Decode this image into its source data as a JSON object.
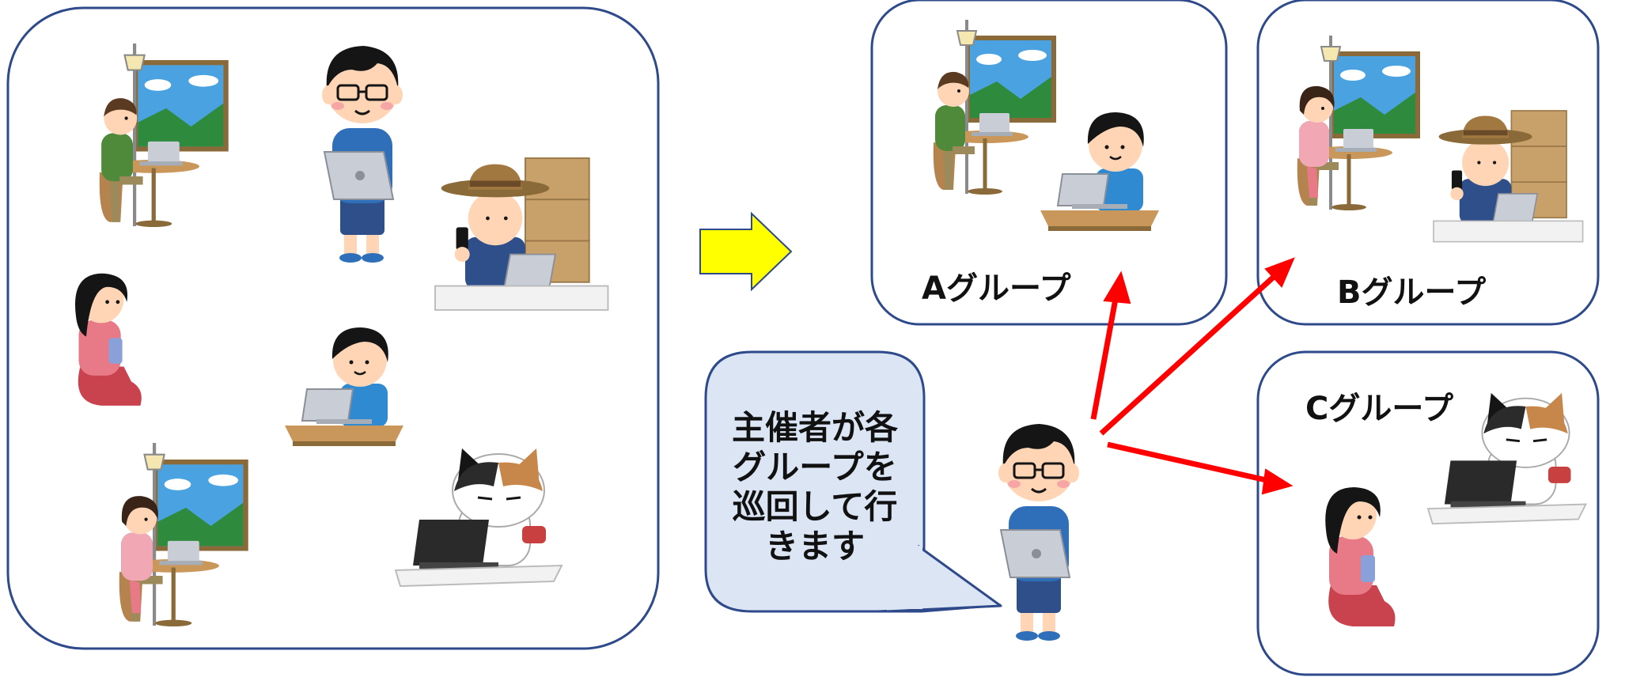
{
  "colors": {
    "panel_border": "#2f4a8a",
    "bubble_fill": "#dbe5f4",
    "bubble_border": "#2f4a8a",
    "arrow_right_fill": "#ffff00",
    "arrow_right_stroke": "#2f4a8a",
    "pointer_arrows": "#ff0000",
    "hair": "#151515",
    "skin": "#ffd5b5",
    "blue_hoodie": "#2f6fba",
    "green_shirt": "#4f8a3a",
    "pink_shirt": "#e77a86",
    "laptop_silver": "#c9ced6",
    "laptop_black": "#2a2a2a",
    "desk_wood": "#c9975a",
    "box_brown": "#c8a06a",
    "sky": "#4aa3e0",
    "mountain": "#2e8b3d"
  },
  "groups": {
    "a_label": "Aグループ",
    "b_label": "Bグループ",
    "c_label": "Cグループ"
  },
  "bubble": {
    "lines": [
      "主催者が各",
      "グループを",
      "巡回して行",
      "きます"
    ]
  },
  "icons": [
    "right-arrow-icon",
    "person-icon",
    "cat-icon",
    "laptop-icon",
    "window-icon",
    "lamp-icon",
    "desk-icon",
    "boxes-icon",
    "smartphone-icon"
  ]
}
